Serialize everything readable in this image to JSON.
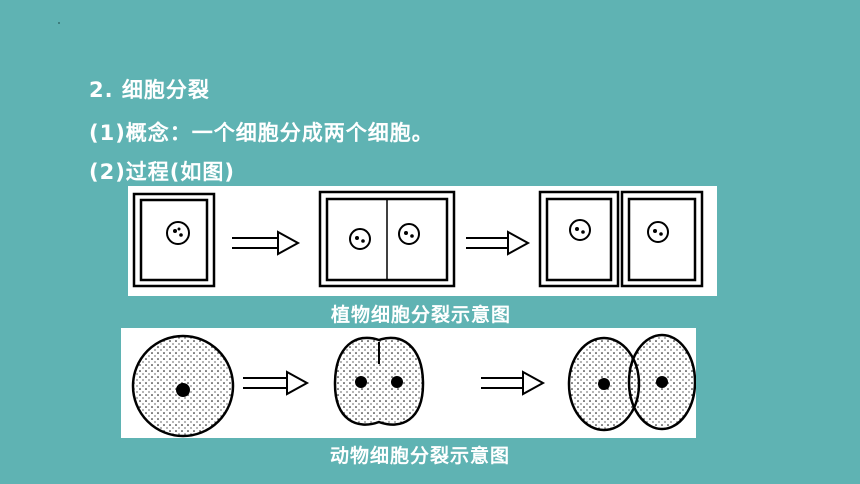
{
  "heading": "2. 细胞分裂",
  "concept": "(1)概念：一个细胞分成两个细胞。",
  "process": "(2)过程(如图)",
  "plant_caption": "植物细胞分裂示意图",
  "animal_caption": "动物细胞分裂示意图",
  "colors": {
    "background": "#5fb3b3",
    "text": "#ffffff",
    "panel": "#ffffff",
    "ink": "#000000"
  }
}
